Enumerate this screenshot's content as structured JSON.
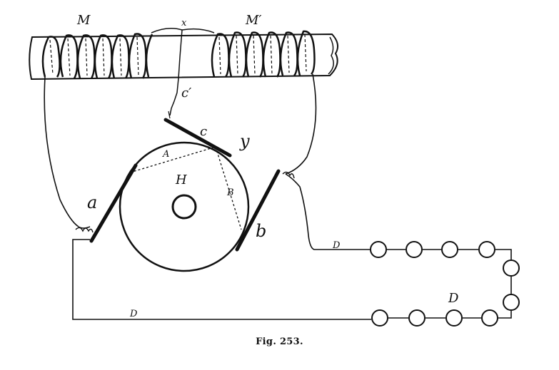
{
  "labels": {
    "M": "M",
    "M_prime": "M′",
    "x": "x",
    "c_prime": "c′",
    "c": "c",
    "y": "y",
    "A": "A",
    "H": "H",
    "B": "B",
    "a": "a",
    "b": "b",
    "D_right": "D",
    "D_bottom_right": "D",
    "D_bottom": "D"
  },
  "caption": "Fig. 253."
}
